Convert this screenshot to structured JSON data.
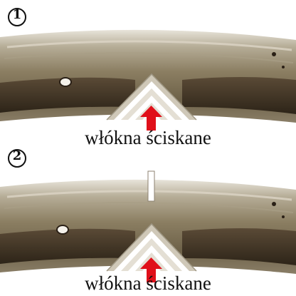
{
  "panels": [
    {
      "number": "1",
      "caption": "włókna ściskane"
    },
    {
      "number": "2",
      "caption": "włókna ściskane"
    }
  ],
  "colors": {
    "wood": "#8a7d62",
    "wood_dark": "#3f3325",
    "wood_light": "#c9c1ae",
    "arrow": "#e0101a"
  }
}
